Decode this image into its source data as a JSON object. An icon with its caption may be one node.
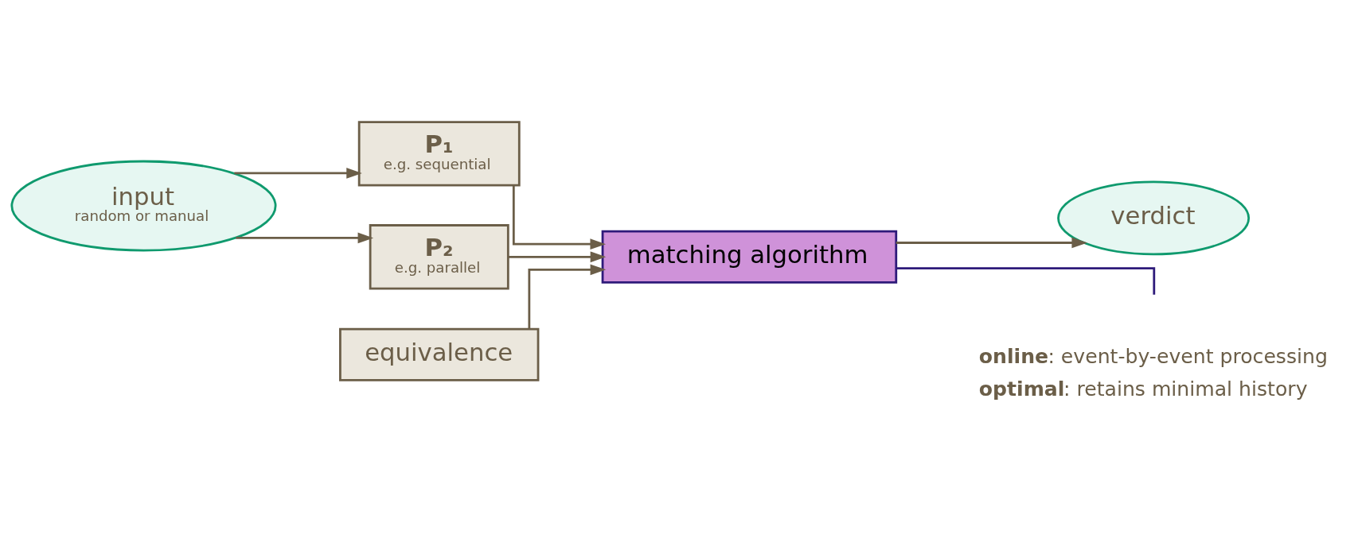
{
  "diagram": {
    "nodes": [
      {
        "text": [
          "input",
          "random or manual"
        ]
      },
      {
        "text": [
          "P₁",
          "e.g. sequential"
        ]
      },
      {
        "text": [
          "P₂",
          "e.g. parallel"
        ]
      },
      {
        "text": [
          "equivalence"
        ]
      },
      {
        "text": [
          "matching algorithm"
        ],
        "beside": [
          "**online**: event-by-event processing",
          "**optimal**: retains minimal history"
        ]
      },
      {
        "text": [
          "verdict"
        ]
      }
    ],
    "edges": [
      {
        "from": 0,
        "to": 1,
        "arrow": "to"
      },
      {
        "from": 0,
        "to": 2,
        "arrow": "to"
      },
      {
        "from": 1,
        "to": 4,
        "arrow": "to"
      },
      {
        "from": 2,
        "to": 4,
        "arrow": "to"
      },
      {
        "from": 3,
        "to": 4,
        "arrow": "to"
      },
      {
        "from": 4,
        "to": 5,
        "arrow": "to"
      },
      {
        "from": 4,
        "to": null,
        "arrow": "none",
        "color": "#2e1a7a"
      }
    ]
  }
}
